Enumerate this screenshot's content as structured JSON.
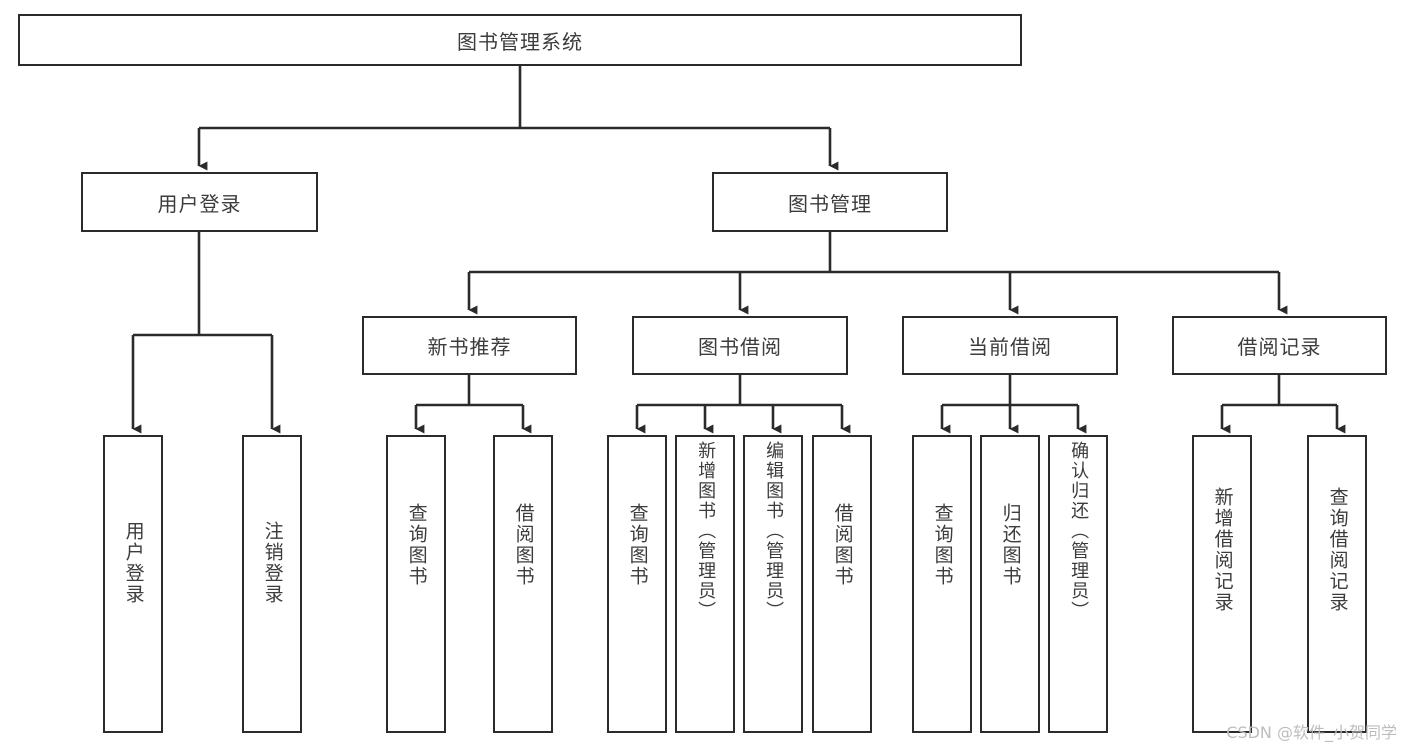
{
  "diagram": {
    "title": "图书管理系统",
    "root": {
      "label": "图书管理系统"
    },
    "level1": [
      {
        "label": "用户登录"
      },
      {
        "label": "图书管理"
      }
    ],
    "level2": [
      {
        "label": "新书推荐"
      },
      {
        "label": "图书借阅"
      },
      {
        "label": "当前借阅"
      },
      {
        "label": "借阅记录"
      }
    ],
    "leaves": [
      {
        "label": "用户登录"
      },
      {
        "label": "注销登录"
      },
      {
        "label": "查询图书"
      },
      {
        "label": "借阅图书"
      },
      {
        "label": "查询图书"
      },
      {
        "label": "新增图书（管理员）"
      },
      {
        "label": "编辑图书（管理员）"
      },
      {
        "label": "借阅图书"
      },
      {
        "label": "查询图书"
      },
      {
        "label": "归还图书"
      },
      {
        "label": "确认归还（管理员）"
      },
      {
        "label": "新增借阅记录"
      },
      {
        "label": "查询借阅记录"
      }
    ]
  },
  "watermark": {
    "text": "CSDN @软件_小贺同学"
  },
  "colors": {
    "stroke": "#2b2b2b",
    "text": "#3c3c3c",
    "background": "#ffffff",
    "watermark": "#bdbdbd"
  }
}
